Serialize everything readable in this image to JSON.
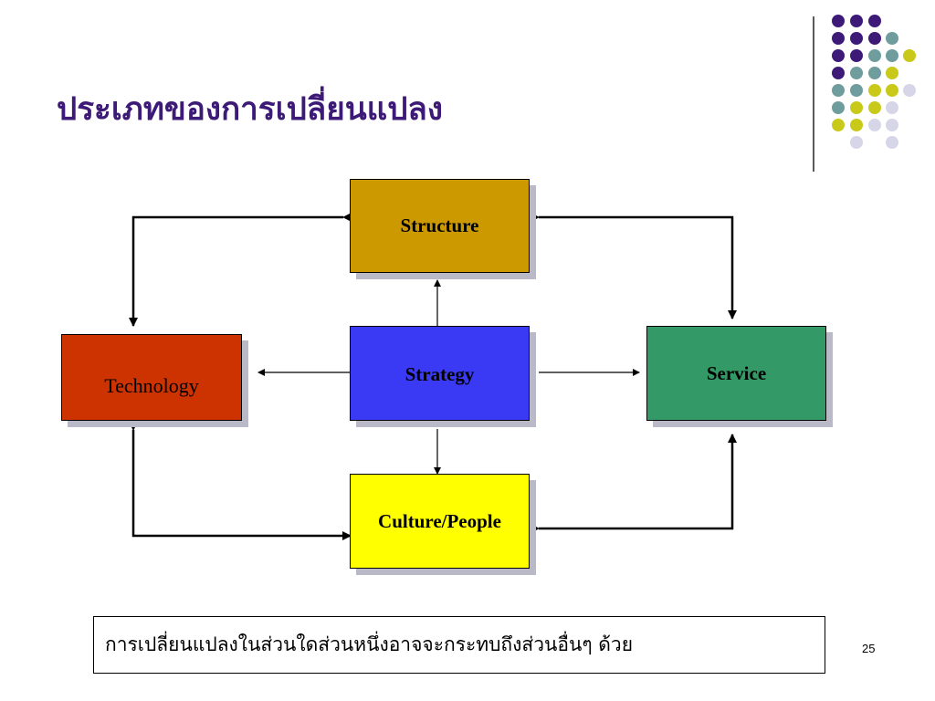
{
  "title": "ประเภทของการเปลี่ยนแปลง",
  "colors": {
    "title": "#3d1a78",
    "dot_purple": "#3d1a78",
    "dot_teal": "#6f9c9c",
    "dot_yellow": "#c9c91a",
    "dot_lavender": "#d6d6e8",
    "structure": "#cc9900",
    "strategy": "#3a3af5",
    "technology": "#cc3300",
    "service": "#339966",
    "culture": "#ffff00"
  },
  "nodes": {
    "structure": "Structure",
    "strategy": "Strategy",
    "technology": "Technology",
    "service": "Service",
    "culture": "Culture/People"
  },
  "caption": "การเปลี่ยนแปลงในส่วนใดส่วนหนึ่งอาจจะกระทบถึงส่วนอื่นๆ ด้วย",
  "page_number": "25"
}
